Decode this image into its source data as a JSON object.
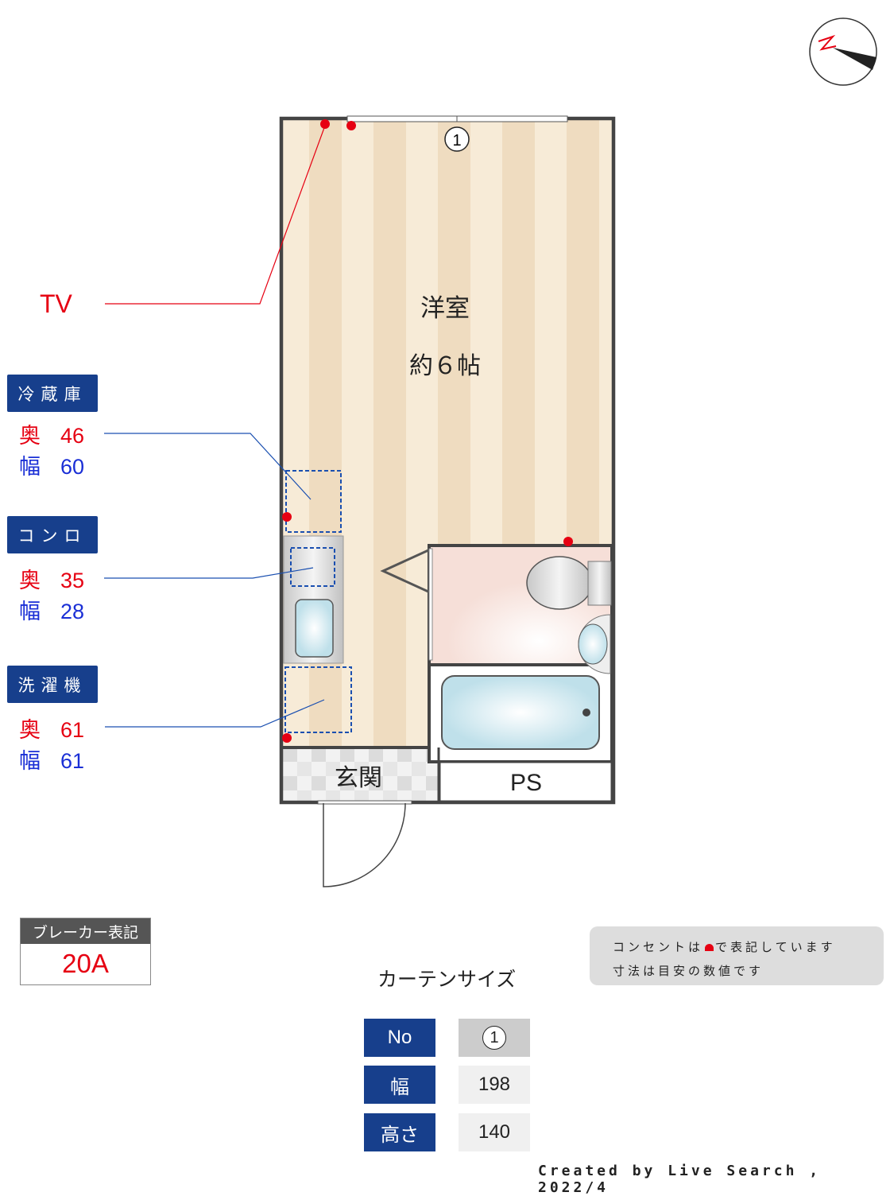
{
  "plan": {
    "room_name": "洋室",
    "room_size": "約６帖",
    "entrance": "玄関",
    "ps": "PS",
    "window_no": "1"
  },
  "tv_label": "TV",
  "appliances": [
    {
      "name": "冷蔵庫",
      "depth_label": "奥",
      "depth": "46",
      "width_label": "幅",
      "width": "60"
    },
    {
      "name": "コンロ",
      "depth_label": "奥",
      "depth": "35",
      "width_label": "幅",
      "width": "28"
    },
    {
      "name": "洗濯機",
      "depth_label": "奥",
      "depth": "61",
      "width_label": "幅",
      "width": "61"
    }
  ],
  "breaker": {
    "title": "ブレーカー表記",
    "value": "20A"
  },
  "notes": {
    "line1_a": "コンセントは",
    "line1_b": "で表記しています",
    "line2": "寸法は目安の数値です"
  },
  "curtain": {
    "title": "カーテンサイズ",
    "rows": [
      {
        "label": "No",
        "value": "1"
      },
      {
        "label": "幅",
        "value": "198"
      },
      {
        "label": "高さ",
        "value": "140"
      }
    ]
  },
  "credit": "Created by Live Search , 2022/4",
  "colors": {
    "accent": "#173f8c",
    "outlet": "#e60012",
    "wall": "#444444"
  }
}
